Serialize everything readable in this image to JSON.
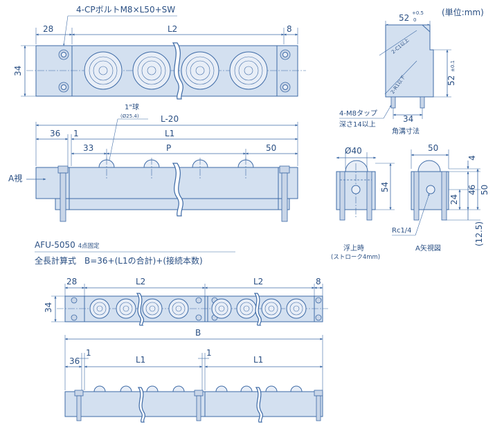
{
  "unit_label": "(単位:mm)",
  "top_view": {
    "bolt_note": "4-CPボルトM8×L50+SW",
    "dim_left": "28",
    "dim_length": "L2",
    "dim_right": "8",
    "dim_height": "34"
  },
  "side_view": {
    "ball_note": "1\"球",
    "ball_note_sub": "(Ø25.4)",
    "dim_overall": "L-20",
    "dim_start": "36",
    "dim_gap": "1",
    "dim_l1": "L1",
    "dim_first": "33",
    "dim_pitch": "P",
    "dim_last": "50",
    "view_label": "A視"
  },
  "corner_view": {
    "dim_top": "52",
    "tol_top_upper": "+0.5",
    "tol_top_lower": "0",
    "chamfer_1": "2-C1以上",
    "chamfer_2": "2-R1以下",
    "dim_side": "52",
    "tol_side": "±0.1",
    "tap_note": "4-M8タップ",
    "tap_depth": "深さ14以上",
    "dim_tap_pitch": "34",
    "caption": "角溝寸法"
  },
  "float_view": {
    "dim_ball": "Ø40",
    "dim_height": "54",
    "caption": "浮上時",
    "caption_sub": "(ストローク4mm)"
  },
  "a_view": {
    "dim_width": "50",
    "dim_4": "4",
    "dim_46": "46",
    "dim_50": "50",
    "dim_24": "24",
    "dim_12_5": "(12.5)",
    "port_note": "Rc1/4",
    "caption": "A矢視図"
  },
  "formula": {
    "model": "AFU-5050",
    "model_note": "4点固定",
    "text": "全長計算式　B=36+(L1の合計)+(接続本数)"
  },
  "bottom_top_view": {
    "dim_left": "28",
    "dim_l2_a": "L2",
    "dim_l2_b": "L2",
    "dim_right": "8",
    "dim_height": "34"
  },
  "bottom_side_view": {
    "dim_overall": "B",
    "dim_start": "36",
    "dim_gap_a": "1",
    "dim_l1_a": "L1",
    "dim_gap_b": "1",
    "dim_l1_b": "L1"
  }
}
